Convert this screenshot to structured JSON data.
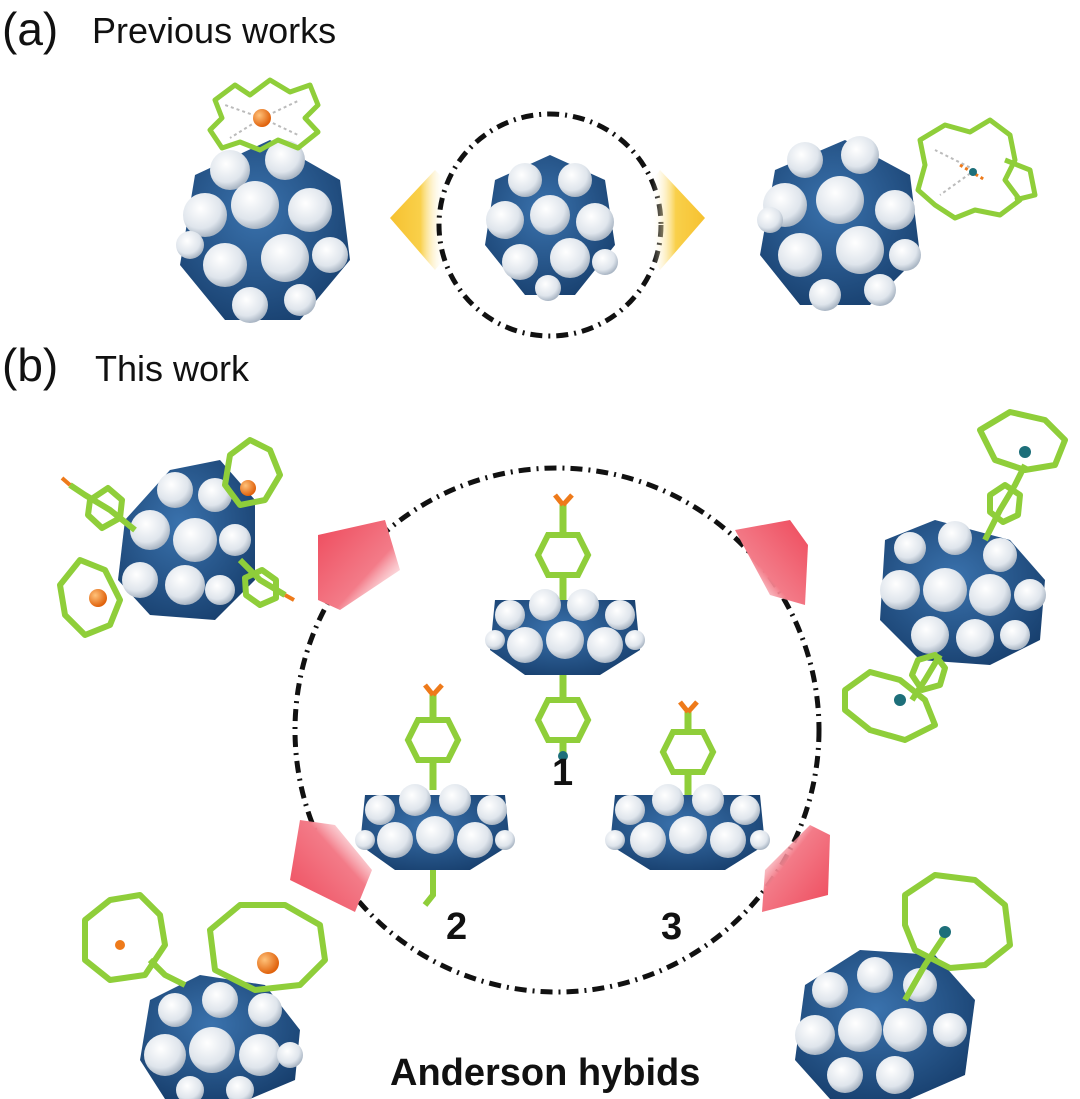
{
  "panel_a": {
    "letter": "(a)",
    "title": "Previous works"
  },
  "panel_b": {
    "letter": "(b)",
    "title": "This work"
  },
  "compounds": {
    "c1": "1",
    "c2": "2",
    "c3": "3"
  },
  "caption": "Anderson hybids",
  "colors": {
    "cluster_blue": "#1f4f86",
    "atom_white": "#e9edf2",
    "ligand_green": "#8fce3a",
    "metal_orange": "#ee7a1a",
    "arrow_yellow": "#f7c23a",
    "arrow_red": "#ee4f60",
    "dashed_ring": "#111111"
  }
}
